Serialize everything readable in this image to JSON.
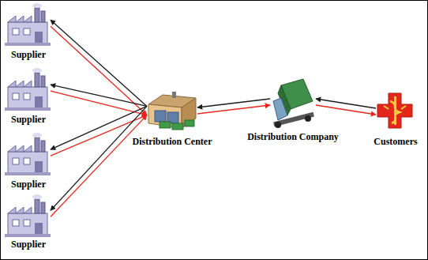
{
  "diagram": {
    "nodes": [
      {
        "text": [
          "Supplier"
        ]
      },
      {
        "text": [
          "Supplier"
        ]
      },
      {
        "text": [
          "Supplier"
        ]
      },
      {
        "text": [
          "Supplier"
        ]
      },
      {
        "text": [
          "Distribution Center"
        ]
      },
      {
        "text": [
          "Distribution Company"
        ]
      },
      {
        "text": [
          "Customers"
        ]
      }
    ],
    "edges": [
      {
        "from": 0,
        "to": 4,
        "arrow": "to"
      },
      {
        "from": 4,
        "to": 0,
        "arrow": "to"
      },
      {
        "from": 1,
        "to": 4,
        "arrow": "to"
      },
      {
        "from": 4,
        "to": 1,
        "arrow": "to"
      },
      {
        "from": 2,
        "to": 4,
        "arrow": "to"
      },
      {
        "from": 4,
        "to": 2,
        "arrow": "to"
      },
      {
        "from": 3,
        "to": 4,
        "arrow": "to"
      },
      {
        "from": 4,
        "to": 3,
        "arrow": "to"
      },
      {
        "from": 4,
        "to": 5,
        "arrow": "to"
      },
      {
        "from": 5,
        "to": 4,
        "arrow": "to"
      },
      {
        "from": 5,
        "to": 6,
        "arrow": "to"
      },
      {
        "from": 6,
        "to": 5,
        "arrow": "to"
      }
    ]
  }
}
